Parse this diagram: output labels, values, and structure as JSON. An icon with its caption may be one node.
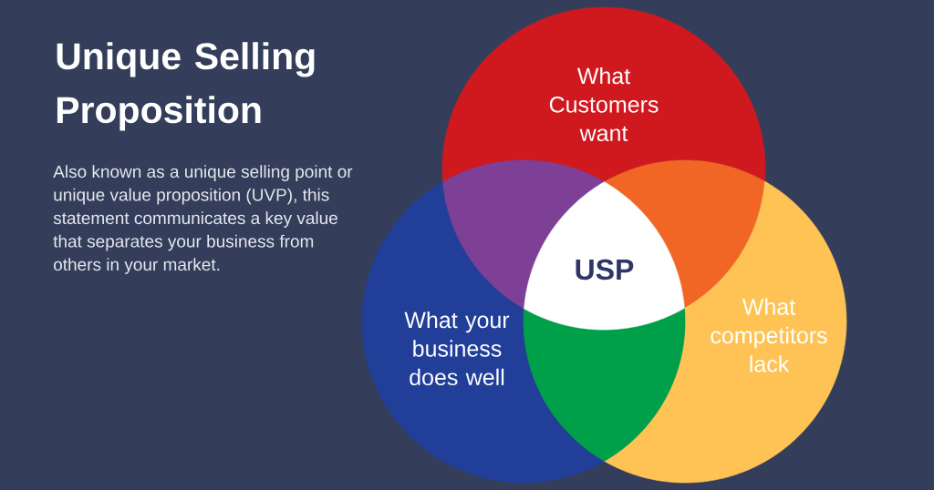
{
  "diagram": {
    "title": "Unique Selling Proposition",
    "nodes": [
      {
        "text": [
          "What Customers want"
        ]
      },
      {
        "text": [
          "What your business does well"
        ]
      },
      {
        "text": [
          "What competitors lack"
        ]
      },
      {
        "text": [
          "USP"
        ]
      }
    ],
    "labels": [
      "Also known as a unique selling point or unique value proposition (UVP), this statement communicates a key value that separates your business from others in your market."
    ]
  }
}
